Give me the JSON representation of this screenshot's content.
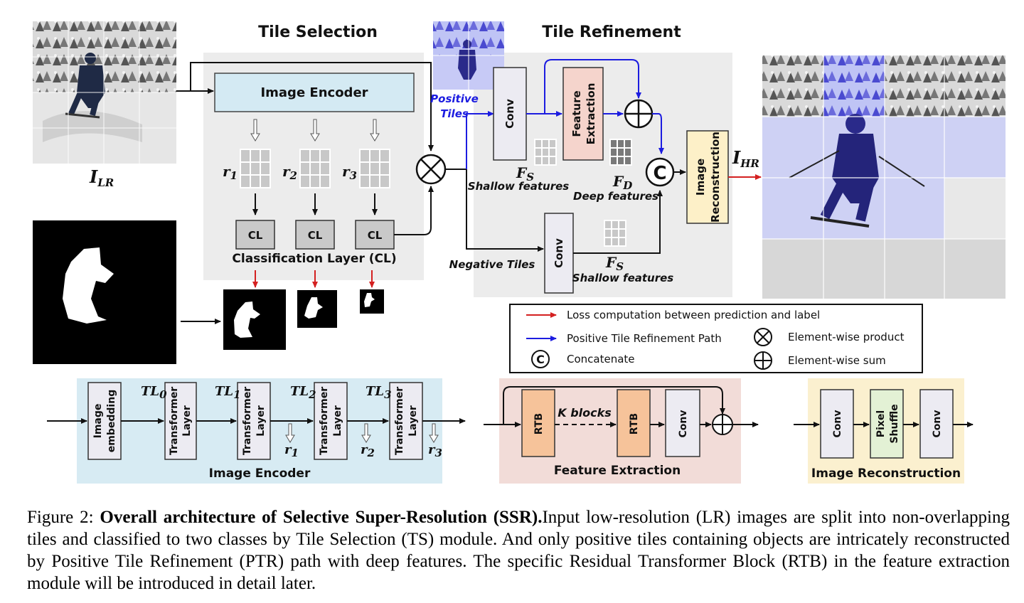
{
  "titles": {
    "tile_selection": "Tile Selection",
    "tile_refinement": "Tile Refinement"
  },
  "labels": {
    "i_lr": "I",
    "i_lr_sub": "LR",
    "i_hr": "I",
    "i_hr_sub": "HR",
    "image_encoder": "Image Encoder",
    "r1": "r",
    "r1_sub": "1",
    "r2": "r",
    "r2_sub": "2",
    "r3": "r",
    "r3_sub": "3",
    "cl": "CL",
    "classification_layer": "Classification Layer (CL)",
    "positive_tiles_1": "Positive",
    "positive_tiles_2": "Tiles",
    "negative_tiles": "Negative Tiles",
    "conv": "Conv",
    "feature_extraction_1": "Feature",
    "feature_extraction_2": "Extraction",
    "image_reconstruction_1": "Image",
    "image_reconstruction_2": "Reconstruction",
    "fs": "F",
    "fs_sub": "S",
    "fd": "F",
    "fd_sub": "D",
    "shallow_features": "Shallow features",
    "deep_features": "Deep features",
    "concat_symbol": "C"
  },
  "legend": {
    "loss": "Loss computation between prediction and label",
    "ptr_path": "Positive Tile Refinement Path",
    "concatenate": "Concatenate",
    "product": "Element-wise product",
    "sum": "Element-wise sum"
  },
  "encoder_detail": {
    "title": "Image Encoder",
    "embedding_1": "Image",
    "embedding_2": "embedding",
    "transformer_1": "Transformer",
    "transformer_2": "Layer",
    "tl": "TL",
    "tl_subs": [
      "0",
      "1",
      "2",
      "3"
    ],
    "r": "r",
    "r_subs": [
      "1",
      "2",
      "3"
    ]
  },
  "feature_detail": {
    "title": "Feature Extraction",
    "rtb": "RTB",
    "k_blocks": "K blocks",
    "conv": "Conv"
  },
  "recon_detail": {
    "title": "Image Reconstruction",
    "conv": "Conv",
    "pixel_1": "Pixel",
    "pixel_2": "Shuffle"
  },
  "caption": {
    "prefix": "Figure 2: ",
    "title": "Overall architecture of Selective Super-Resolution (SSR).",
    "body": "Input low-resolution (LR) images are split into non-overlapping tiles and classified to two classes by Tile Selection (TS) module. And only positive tiles containing objects are intricately reconstructed by Positive Tile Refinement (PTR) path with deep features. The specific Residual Transformer Block (RTB) in the feature extraction module will be introduced in detail later."
  },
  "colors": {
    "panel_gray": "#ececec",
    "encoder_blue": "#d4eaf3",
    "encoder_panel": "#d7ebf3",
    "feature_panel": "#f2dcd8",
    "recon_panel": "#fbf0cf",
    "rtb_orange": "#f6c39a",
    "feature_pink": "#f5d4cc",
    "recon_yellow": "#fdf0c8",
    "pixel_green": "#e3f1d5",
    "box_gray": "#ecebf2",
    "arrow_red": "#d42020",
    "arrow_blue": "#1c1ce0"
  }
}
